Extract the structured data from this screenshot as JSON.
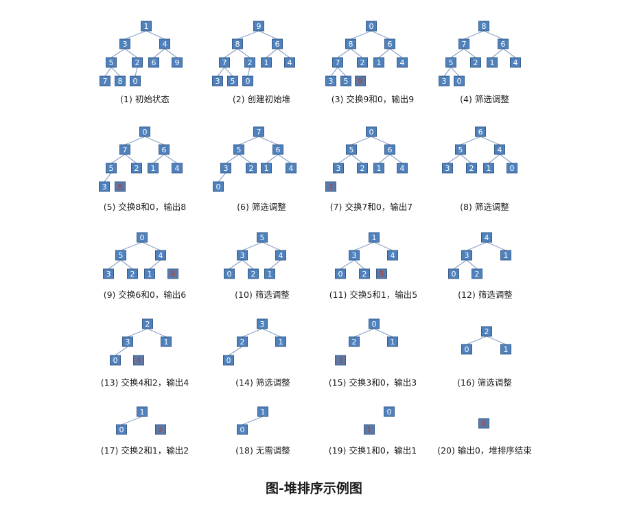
{
  "figure_title": "图-堆排序示例图",
  "colors": {
    "node_fill": "#4f81bd",
    "node_border": "#385d8a",
    "edge": "#8aa3c6",
    "node_text": "#ffffff",
    "output_text": "#c0392b"
  },
  "steps": [
    {
      "caption": "(1) 初始状态",
      "nodes": [
        {
          "id": "a",
          "value": "1"
        },
        {
          "id": "b",
          "value": "3"
        },
        {
          "id": "c",
          "value": "4"
        },
        {
          "id": "d",
          "value": "5"
        },
        {
          "id": "e",
          "value": "2"
        },
        {
          "id": "f",
          "value": "6"
        },
        {
          "id": "g",
          "value": "9"
        },
        {
          "id": "h",
          "value": "7"
        },
        {
          "id": "i",
          "value": "8"
        },
        {
          "id": "j",
          "value": "0"
        }
      ],
      "edges": [
        [
          "a",
          "b"
        ],
        [
          "a",
          "c"
        ],
        [
          "b",
          "d"
        ],
        [
          "b",
          "e"
        ],
        [
          "c",
          "f"
        ],
        [
          "c",
          "g"
        ],
        [
          "d",
          "h"
        ],
        [
          "d",
          "i"
        ],
        [
          "e",
          "j"
        ]
      ]
    },
    {
      "caption": "(2) 创建初始堆",
      "nodes": [
        {
          "id": "a",
          "value": "9"
        },
        {
          "id": "b",
          "value": "8"
        },
        {
          "id": "c",
          "value": "6"
        },
        {
          "id": "d",
          "value": "7"
        },
        {
          "id": "e",
          "value": "2"
        },
        {
          "id": "f",
          "value": "1"
        },
        {
          "id": "g",
          "value": "4"
        },
        {
          "id": "h",
          "value": "3"
        },
        {
          "id": "i",
          "value": "5"
        },
        {
          "id": "j",
          "value": "0"
        }
      ],
      "edges": [
        [
          "a",
          "b"
        ],
        [
          "a",
          "c"
        ],
        [
          "b",
          "d"
        ],
        [
          "b",
          "e"
        ],
        [
          "c",
          "f"
        ],
        [
          "c",
          "g"
        ],
        [
          "d",
          "h"
        ],
        [
          "d",
          "i"
        ],
        [
          "e",
          "j"
        ]
      ]
    },
    {
      "caption": "(3) 交换9和0，输出9",
      "nodes": [
        {
          "id": "a",
          "value": "0"
        },
        {
          "id": "b",
          "value": "8"
        },
        {
          "id": "c",
          "value": "6"
        },
        {
          "id": "d",
          "value": "7"
        },
        {
          "id": "e",
          "value": "2"
        },
        {
          "id": "f",
          "value": "1"
        },
        {
          "id": "g",
          "value": "4"
        },
        {
          "id": "h",
          "value": "3"
        },
        {
          "id": "i",
          "value": "5"
        },
        {
          "id": "j",
          "value": "9",
          "output": true
        }
      ],
      "edges": [
        [
          "a",
          "b"
        ],
        [
          "a",
          "c"
        ],
        [
          "b",
          "d"
        ],
        [
          "b",
          "e"
        ],
        [
          "c",
          "f"
        ],
        [
          "c",
          "g"
        ],
        [
          "d",
          "h"
        ],
        [
          "d",
          "i"
        ]
      ]
    },
    {
      "caption": "(4) 筛选调整",
      "nodes": [
        {
          "id": "a",
          "value": "8"
        },
        {
          "id": "b",
          "value": "7"
        },
        {
          "id": "c",
          "value": "6"
        },
        {
          "id": "d",
          "value": "5"
        },
        {
          "id": "e",
          "value": "2"
        },
        {
          "id": "f",
          "value": "1"
        },
        {
          "id": "g",
          "value": "4"
        },
        {
          "id": "h",
          "value": "3"
        },
        {
          "id": "i",
          "value": "0"
        }
      ],
      "edges": [
        [
          "a",
          "b"
        ],
        [
          "a",
          "c"
        ],
        [
          "b",
          "d"
        ],
        [
          "b",
          "e"
        ],
        [
          "c",
          "f"
        ],
        [
          "c",
          "g"
        ],
        [
          "d",
          "h"
        ],
        [
          "d",
          "i"
        ]
      ]
    },
    {
      "caption": "(5) 交换8和0，输出8",
      "nodes": [
        {
          "id": "a",
          "value": "0"
        },
        {
          "id": "b",
          "value": "7"
        },
        {
          "id": "c",
          "value": "6"
        },
        {
          "id": "d",
          "value": "5"
        },
        {
          "id": "e",
          "value": "2"
        },
        {
          "id": "f",
          "value": "1"
        },
        {
          "id": "g",
          "value": "4"
        },
        {
          "id": "h",
          "value": "3"
        },
        {
          "id": "i",
          "value": "8",
          "output": true
        }
      ],
      "edges": [
        [
          "a",
          "b"
        ],
        [
          "a",
          "c"
        ],
        [
          "b",
          "d"
        ],
        [
          "b",
          "e"
        ],
        [
          "c",
          "f"
        ],
        [
          "c",
          "g"
        ],
        [
          "d",
          "h"
        ]
      ]
    },
    {
      "caption": "(6) 筛选调整",
      "nodes": [
        {
          "id": "a",
          "value": "7"
        },
        {
          "id": "b",
          "value": "5"
        },
        {
          "id": "c",
          "value": "6"
        },
        {
          "id": "d",
          "value": "3"
        },
        {
          "id": "e",
          "value": "2"
        },
        {
          "id": "f",
          "value": "1"
        },
        {
          "id": "g",
          "value": "4"
        },
        {
          "id": "h",
          "value": "0"
        }
      ],
      "edges": [
        [
          "a",
          "b"
        ],
        [
          "a",
          "c"
        ],
        [
          "b",
          "d"
        ],
        [
          "b",
          "e"
        ],
        [
          "c",
          "f"
        ],
        [
          "c",
          "g"
        ],
        [
          "d",
          "h"
        ]
      ]
    },
    {
      "caption": "(7) 交换7和0，输出7",
      "nodes": [
        {
          "id": "a",
          "value": "0"
        },
        {
          "id": "b",
          "value": "5"
        },
        {
          "id": "c",
          "value": "6"
        },
        {
          "id": "d",
          "value": "3"
        },
        {
          "id": "e",
          "value": "2"
        },
        {
          "id": "f",
          "value": "1"
        },
        {
          "id": "g",
          "value": "4"
        },
        {
          "id": "h",
          "value": "7",
          "output": true
        }
      ],
      "edges": [
        [
          "a",
          "b"
        ],
        [
          "a",
          "c"
        ],
        [
          "b",
          "d"
        ],
        [
          "b",
          "e"
        ],
        [
          "c",
          "f"
        ],
        [
          "c",
          "g"
        ]
      ]
    },
    {
      "caption": "(8) 筛选调整",
      "nodes": [
        {
          "id": "a",
          "value": "6"
        },
        {
          "id": "b",
          "value": "5"
        },
        {
          "id": "c",
          "value": "4"
        },
        {
          "id": "d",
          "value": "3"
        },
        {
          "id": "e",
          "value": "2"
        },
        {
          "id": "f",
          "value": "1"
        },
        {
          "id": "g",
          "value": "0"
        }
      ],
      "edges": [
        [
          "a",
          "b"
        ],
        [
          "a",
          "c"
        ],
        [
          "b",
          "d"
        ],
        [
          "b",
          "e"
        ],
        [
          "c",
          "f"
        ],
        [
          "c",
          "g"
        ]
      ]
    },
    {
      "caption": "(9) 交换6和0，输出6",
      "nodes": [
        {
          "id": "a",
          "value": "0"
        },
        {
          "id": "b",
          "value": "5"
        },
        {
          "id": "c",
          "value": "4"
        },
        {
          "id": "d",
          "value": "3"
        },
        {
          "id": "e",
          "value": "2"
        },
        {
          "id": "f",
          "value": "1"
        },
        {
          "id": "g",
          "value": "6",
          "output": true
        }
      ],
      "edges": [
        [
          "a",
          "b"
        ],
        [
          "a",
          "c"
        ],
        [
          "b",
          "d"
        ],
        [
          "b",
          "e"
        ],
        [
          "c",
          "f"
        ]
      ]
    },
    {
      "caption": "(10) 筛选调整",
      "nodes": [
        {
          "id": "a",
          "value": "5"
        },
        {
          "id": "b",
          "value": "3"
        },
        {
          "id": "c",
          "value": "4"
        },
        {
          "id": "d",
          "value": "0"
        },
        {
          "id": "e",
          "value": "2"
        },
        {
          "id": "f",
          "value": "1"
        }
      ],
      "edges": [
        [
          "a",
          "b"
        ],
        [
          "a",
          "c"
        ],
        [
          "b",
          "d"
        ],
        [
          "b",
          "e"
        ],
        [
          "c",
          "f"
        ]
      ]
    },
    {
      "caption": "(11) 交换5和1，输出5",
      "nodes": [
        {
          "id": "a",
          "value": "1"
        },
        {
          "id": "b",
          "value": "3"
        },
        {
          "id": "c",
          "value": "4"
        },
        {
          "id": "d",
          "value": "0"
        },
        {
          "id": "e",
          "value": "2"
        },
        {
          "id": "f",
          "value": "5",
          "output": true
        }
      ],
      "edges": [
        [
          "a",
          "b"
        ],
        [
          "a",
          "c"
        ],
        [
          "b",
          "d"
        ],
        [
          "b",
          "e"
        ]
      ]
    },
    {
      "caption": "(12) 筛选调整",
      "nodes": [
        {
          "id": "a",
          "value": "4"
        },
        {
          "id": "b",
          "value": "3"
        },
        {
          "id": "c",
          "value": "1"
        },
        {
          "id": "d",
          "value": "0"
        },
        {
          "id": "e",
          "value": "2"
        }
      ],
      "edges": [
        [
          "a",
          "b"
        ],
        [
          "a",
          "c"
        ],
        [
          "b",
          "d"
        ],
        [
          "b",
          "e"
        ]
      ]
    },
    {
      "caption": "(13) 交换4和2，输出4",
      "nodes": [
        {
          "id": "a",
          "value": "2"
        },
        {
          "id": "b",
          "value": "3"
        },
        {
          "id": "c",
          "value": "1"
        },
        {
          "id": "d",
          "value": "0"
        },
        {
          "id": "e",
          "value": "4",
          "output": true
        }
      ],
      "edges": [
        [
          "a",
          "b"
        ],
        [
          "a",
          "c"
        ],
        [
          "b",
          "d"
        ]
      ]
    },
    {
      "caption": "(14) 筛选调整",
      "nodes": [
        {
          "id": "a",
          "value": "3"
        },
        {
          "id": "b",
          "value": "2"
        },
        {
          "id": "c",
          "value": "1"
        },
        {
          "id": "d",
          "value": "0"
        }
      ],
      "edges": [
        [
          "a",
          "b"
        ],
        [
          "a",
          "c"
        ],
        [
          "b",
          "d"
        ]
      ]
    },
    {
      "caption": "(15) 交换3和0，输出3",
      "nodes": [
        {
          "id": "a",
          "value": "0"
        },
        {
          "id": "b",
          "value": "2"
        },
        {
          "id": "c",
          "value": "1"
        },
        {
          "id": "d",
          "value": "3",
          "output": true
        }
      ],
      "edges": [
        [
          "a",
          "b"
        ],
        [
          "a",
          "c"
        ]
      ]
    },
    {
      "caption": "(16) 筛选调整",
      "nodes": [
        {
          "id": "a",
          "value": "2"
        },
        {
          "id": "b",
          "value": "0"
        },
        {
          "id": "c",
          "value": "1"
        }
      ],
      "edges": [
        [
          "a",
          "b"
        ],
        [
          "a",
          "c"
        ]
      ]
    },
    {
      "caption": "(17) 交换2和1，输出2",
      "nodes": [
        {
          "id": "a",
          "value": "1"
        },
        {
          "id": "b",
          "value": "0"
        },
        {
          "id": "c",
          "value": "2",
          "output": true
        }
      ],
      "edges": [
        [
          "a",
          "b"
        ]
      ]
    },
    {
      "caption": "(18) 无需调整",
      "nodes": [
        {
          "id": "a",
          "value": "1"
        },
        {
          "id": "b",
          "value": "0"
        }
      ],
      "edges": [
        [
          "a",
          "b"
        ]
      ]
    },
    {
      "caption": "(19) 交换1和0，输出1",
      "nodes": [
        {
          "id": "a",
          "value": "0"
        },
        {
          "id": "b",
          "value": "1",
          "output": true
        }
      ],
      "edges": []
    },
    {
      "caption": "(20) 输出0，堆排序结束",
      "nodes": [
        {
          "id": "a",
          "value": "0",
          "output": true
        }
      ],
      "edges": []
    }
  ]
}
